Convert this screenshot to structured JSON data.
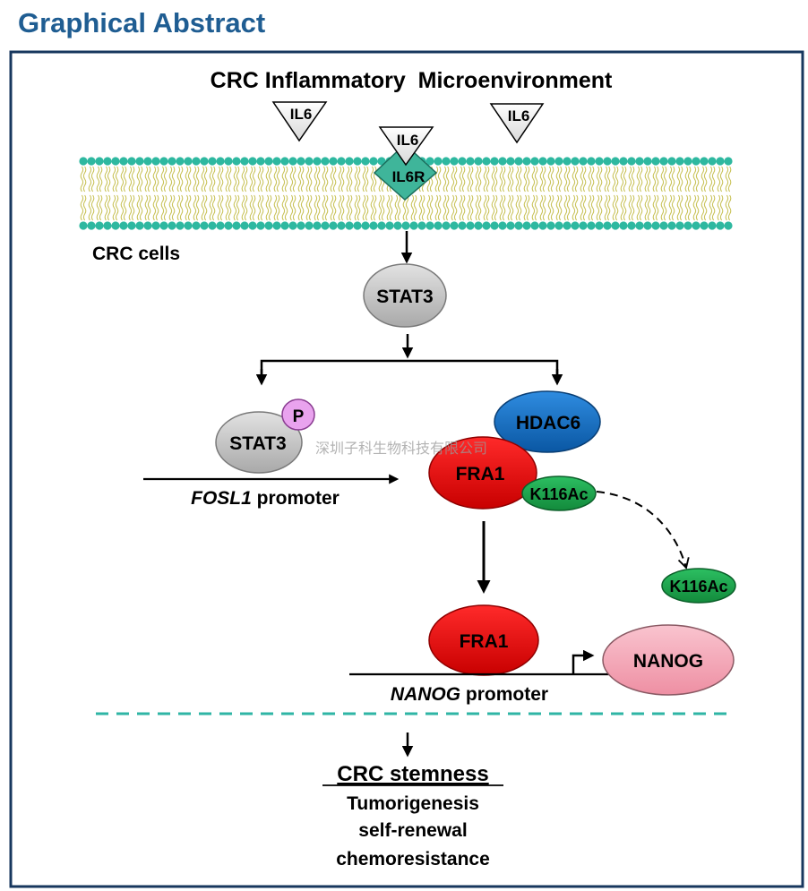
{
  "title": "Graphical Abstract",
  "heading": "CRC Inflammatory  Microenvironment",
  "labels": {
    "il6": "IL6",
    "il6r": "IL6R",
    "cells": "CRC cells",
    "stat3": "STAT3",
    "phospho": "P",
    "hdac6": "HDAC6",
    "fra1": "FRA1",
    "k116ac": "K116Ac",
    "nanog": "NANOG",
    "fosl1_gene": "FOSL1",
    "nanog_gene": "NANOG",
    "promoter": " promoter",
    "watermark": "深圳子科生物科技有限公司"
  },
  "outcome": {
    "heading": "CRC stemness",
    "items": [
      "Tumorigenesis",
      "self-renewal",
      "chemoresistance"
    ]
  },
  "colors": {
    "title": "#1f5d92",
    "frame": "#17375e",
    "membrane_head": "#2eb8a0",
    "membrane_tail": "#c9c35a",
    "il6r": "#3fb59a",
    "stat3": "#c4c4c4",
    "phospho": "#e9a3ee",
    "hdac6": "#0f6cc0",
    "fra1": "#e00000",
    "k116ac": "#18a34a",
    "nanog": "#f4a7b6",
    "dashed_divider": "#2fb5a5"
  }
}
